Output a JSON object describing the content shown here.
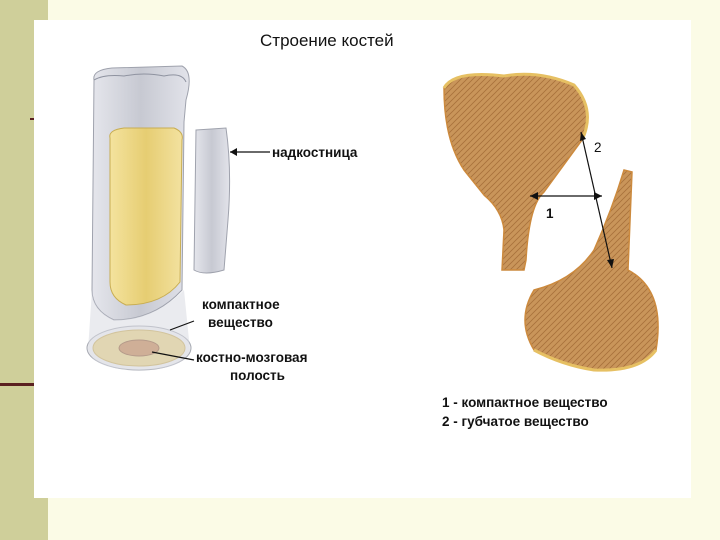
{
  "title": "Строение костей",
  "labels": {
    "periosteum": "надкостница",
    "compact_line1": "компактное",
    "compact_line2": "вещество",
    "marrow_line1": "костно-мозговая",
    "marrow_line2": "полость",
    "marker1": "1",
    "marker2": "2"
  },
  "legend": {
    "item1": "1 - компактное вещество",
    "item2": "2 - губчатое вещество"
  },
  "colors": {
    "band": "#cfcf9a",
    "background": "#fbfbe6",
    "bone_yellow": "#ecd88a",
    "periosteum_gray": "#dcdde3",
    "spongy_brown": "#c9955a"
  }
}
